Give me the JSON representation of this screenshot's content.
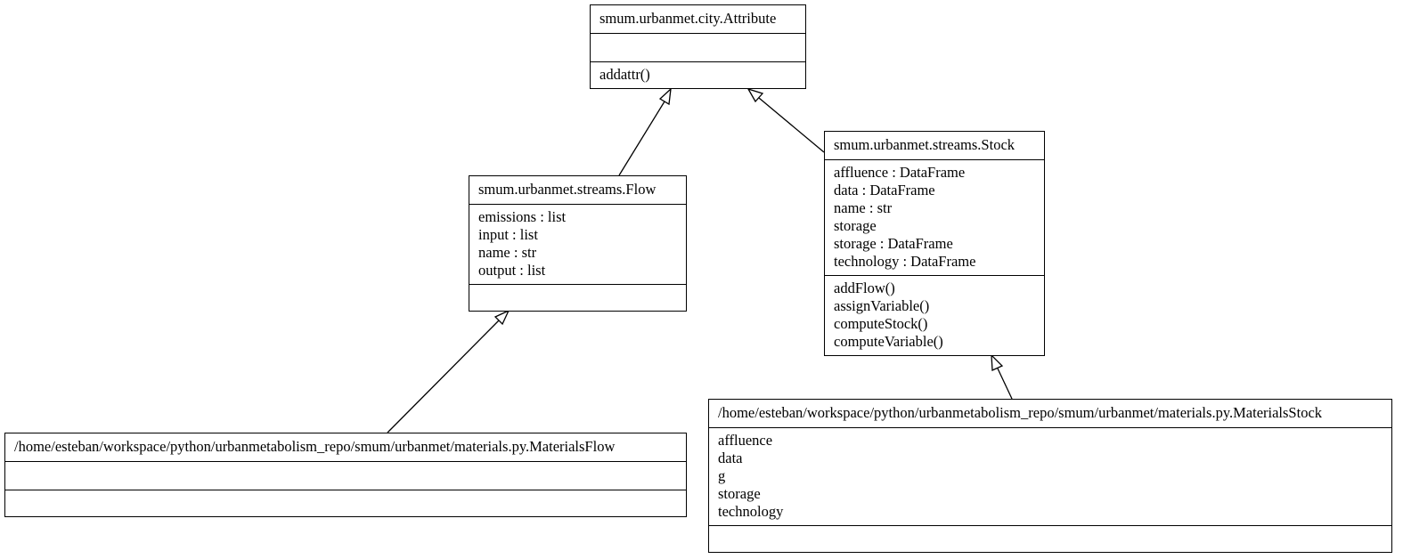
{
  "classes": {
    "attribute": {
      "name": "smum.urbanmet.city.Attribute",
      "attributes": [],
      "methods": [
        "addattr()"
      ]
    },
    "flow": {
      "name": "smum.urbanmet.streams.Flow",
      "attributes": [
        "emissions : list",
        "input : list",
        "name : str",
        "output : list"
      ],
      "methods": []
    },
    "stock": {
      "name": "smum.urbanmet.streams.Stock",
      "attributes": [
        "affluence : DataFrame",
        "data : DataFrame",
        "name : str",
        "storage",
        "storage : DataFrame",
        "technology : DataFrame"
      ],
      "methods": [
        "addFlow()",
        "assignVariable()",
        "computeStock()",
        "computeVariable()"
      ]
    },
    "materials_flow": {
      "name": "/home/esteban/workspace/python/urbanmetabolism_repo/smum/urbanmet/materials.py.MaterialsFlow",
      "attributes": [],
      "methods": []
    },
    "materials_stock": {
      "name": "/home/esteban/workspace/python/urbanmetabolism_repo/smum/urbanmet/materials.py.MaterialsStock",
      "attributes": [
        "affluence",
        "data",
        "g",
        "storage",
        "technology"
      ],
      "methods": []
    }
  },
  "relations": [
    {
      "from": "flow",
      "to": "attribute",
      "kind": "inheritance"
    },
    {
      "from": "stock",
      "to": "attribute",
      "kind": "inheritance"
    },
    {
      "from": "materials_flow",
      "to": "flow",
      "kind": "inheritance"
    },
    {
      "from": "materials_stock",
      "to": "stock",
      "kind": "inheritance"
    }
  ],
  "colors": {
    "line": "#000000",
    "background": "#ffffff"
  }
}
